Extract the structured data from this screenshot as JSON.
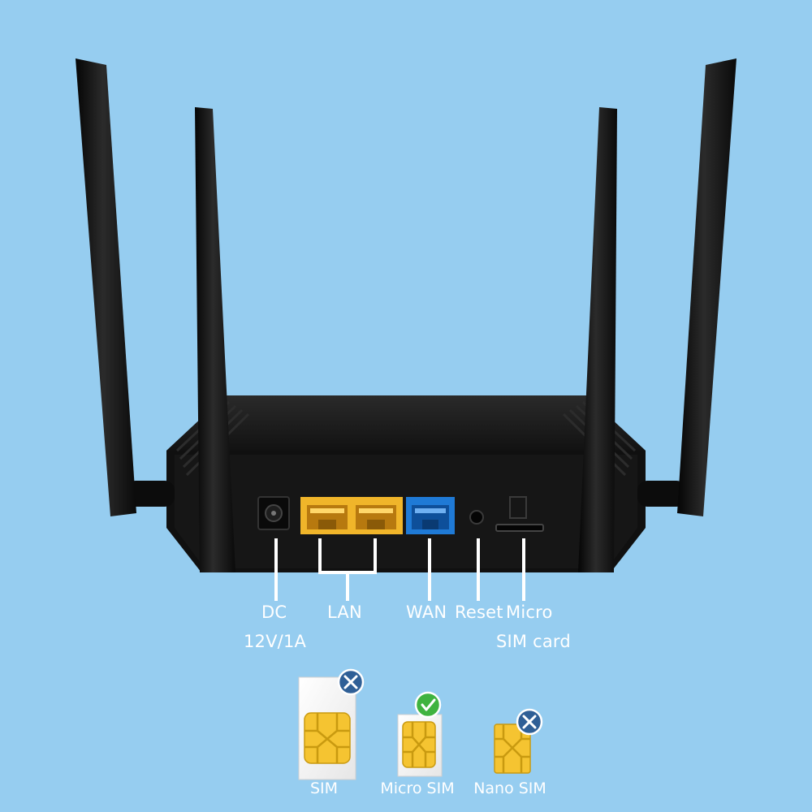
{
  "ports": {
    "dc": {
      "line1": "DC",
      "line2": "12V/1A"
    },
    "lan": "LAN",
    "wan": "WAN",
    "reset": "Reset",
    "micro_sd": {
      "line1": "Micro",
      "line2": "SIM card"
    }
  },
  "sim_types": [
    {
      "label": "SIM",
      "status": "unsupported"
    },
    {
      "label": "Micro SIM",
      "status": "supported"
    },
    {
      "label": "Nano SIM",
      "status": "unsupported"
    }
  ],
  "colors": {
    "background": "#96cdf0",
    "router_body": "#141414",
    "lan_port": "#f0b52a",
    "wan_port": "#1f7ad6",
    "sim_chip": "#f5c431",
    "badge_unsupported": "#2f5f96",
    "badge_supported": "#3fb33f"
  }
}
